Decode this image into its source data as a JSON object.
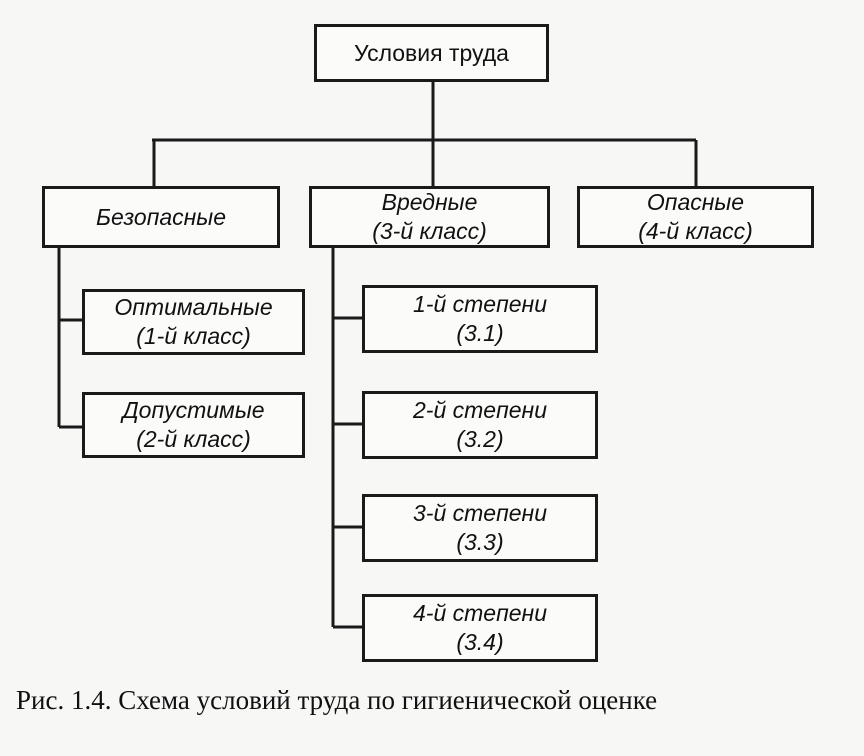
{
  "root": {
    "line1": "Условия труда"
  },
  "level1": {
    "safe": {
      "line1": "Безопасные"
    },
    "harmful": {
      "line1": "Вредные",
      "line2": "(3-й класс)"
    },
    "dangerous": {
      "line1": "Опасные",
      "line2": "(4-й класс)"
    }
  },
  "safe_children": [
    {
      "line1": "Оптимальные",
      "line2": "(1-й класс)"
    },
    {
      "line1": "Допустимые",
      "line2": "(2-й класс)"
    }
  ],
  "harmful_children": [
    {
      "line1": "1-й степени",
      "line2": "(3.1)"
    },
    {
      "line1": "2-й степени",
      "line2": "(3.2)"
    },
    {
      "line1": "3-й степени",
      "line2": "(3.3)"
    },
    {
      "line1": "4-й степени",
      "line2": "(3.4)"
    }
  ],
  "caption": "Рис. 1.4. Схема условий труда по гигиенической оценке",
  "colors": {
    "line": "#1a1a1a",
    "background": "#f7f7f6"
  }
}
